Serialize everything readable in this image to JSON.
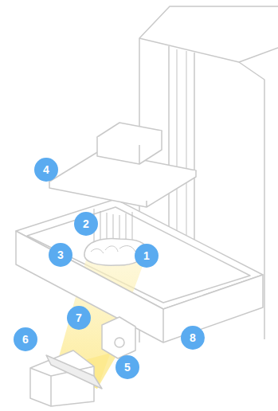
{
  "diagram": {
    "labels": [
      "4",
      "2",
      "3",
      "1",
      "7",
      "8",
      "6",
      "5"
    ]
  }
}
